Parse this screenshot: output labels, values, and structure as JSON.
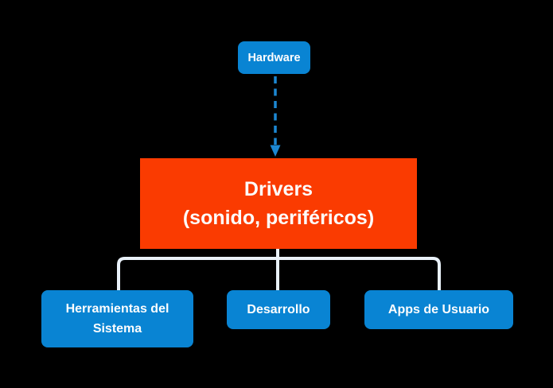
{
  "diagram": {
    "type": "flowchart",
    "colors": {
      "background": "#000000",
      "node_blue": "#0984d3",
      "node_red": "#fa3b01",
      "connector_light": "#e9f1f9",
      "arrow_blue": "#1c87d2",
      "text": "#fdfdfd"
    },
    "nodes": {
      "hardware": {
        "label": "Hardware"
      },
      "drivers": {
        "title": "Drivers",
        "subtitle": "(sonido, periféricos)"
      },
      "children": [
        {
          "label": "Herramientas del Sistema"
        },
        {
          "label": "Desarrollo"
        },
        {
          "label": "Apps de Usuario"
        }
      ]
    },
    "edges": [
      {
        "from": "Hardware",
        "to": "Drivers (sonido, periféricos)",
        "style": "dashed-arrow"
      },
      {
        "from": "Drivers (sonido, periféricos)",
        "to": "Herramientas del Sistema",
        "style": "solid"
      },
      {
        "from": "Drivers (sonido, periféricos)",
        "to": "Desarrollo",
        "style": "solid"
      },
      {
        "from": "Drivers (sonido, periféricos)",
        "to": "Apps de Usuario",
        "style": "solid"
      }
    ]
  }
}
